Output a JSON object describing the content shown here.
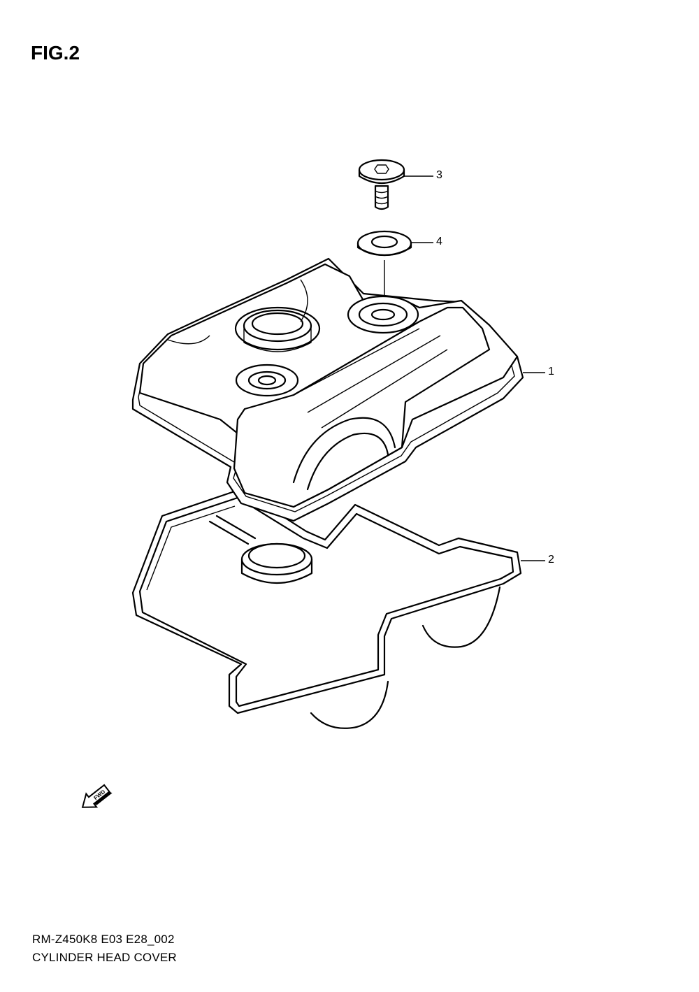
{
  "figure": {
    "title": "FIG.2"
  },
  "callouts": [
    {
      "number": "1",
      "part": "cylinder-head-cover"
    },
    {
      "number": "2",
      "part": "gasket"
    },
    {
      "number": "3",
      "part": "bolt"
    },
    {
      "number": "4",
      "part": "washer-seal"
    }
  ],
  "direction_marker": {
    "label": "FWD",
    "icon": "fwd-arrow-icon"
  },
  "footer": {
    "code": "RM-Z450K8 E03 E28_002",
    "caption": "CYLINDER HEAD COVER"
  }
}
